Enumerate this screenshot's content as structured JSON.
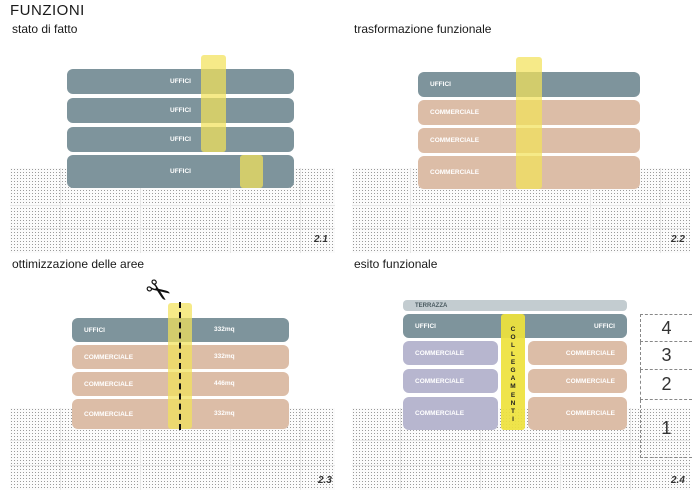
{
  "title": "FUNZIONI",
  "panels": [
    {
      "title": "stato di fatto",
      "number": "2.1",
      "floors": [
        "UFFICI",
        "UFFICI",
        "UFFICI",
        "UFFICI"
      ]
    },
    {
      "title": "trasformazione funzionale",
      "number": "2.2",
      "floors": [
        "UFFICI",
        "COMMERCIALE",
        "COMMERCIALE",
        "COMMERCIALE"
      ]
    },
    {
      "title": "ottimizzazione delle aree",
      "number": "2.3",
      "floors": [
        {
          "label": "UFFICI",
          "area": "332mq"
        },
        {
          "label": "COMMERCIALE",
          "area": "332mq"
        },
        {
          "label": "COMMERCIALE",
          "area": "446mq"
        },
        {
          "label": "COMMERCIALE",
          "area": "332mq"
        }
      ],
      "scissors": "✂"
    },
    {
      "title": "esito funzionale",
      "number": "2.4",
      "terrace": "TERRAZZA",
      "office_left": "UFFICI",
      "office_right": "UFFICI",
      "left_blocks": [
        "COMMERCIALE",
        "COMMERCIALE",
        "COMMERCIALE"
      ],
      "right_blocks": [
        "COMMERCIALE",
        "COMMERCIALE",
        "COMMERCIALE"
      ],
      "connector_letters": [
        "C",
        "O",
        "L",
        "L",
        "E",
        "G",
        "A",
        "M",
        "E",
        "N",
        "T",
        "I"
      ],
      "levels": [
        "4",
        "3",
        "2",
        "1"
      ]
    }
  ]
}
